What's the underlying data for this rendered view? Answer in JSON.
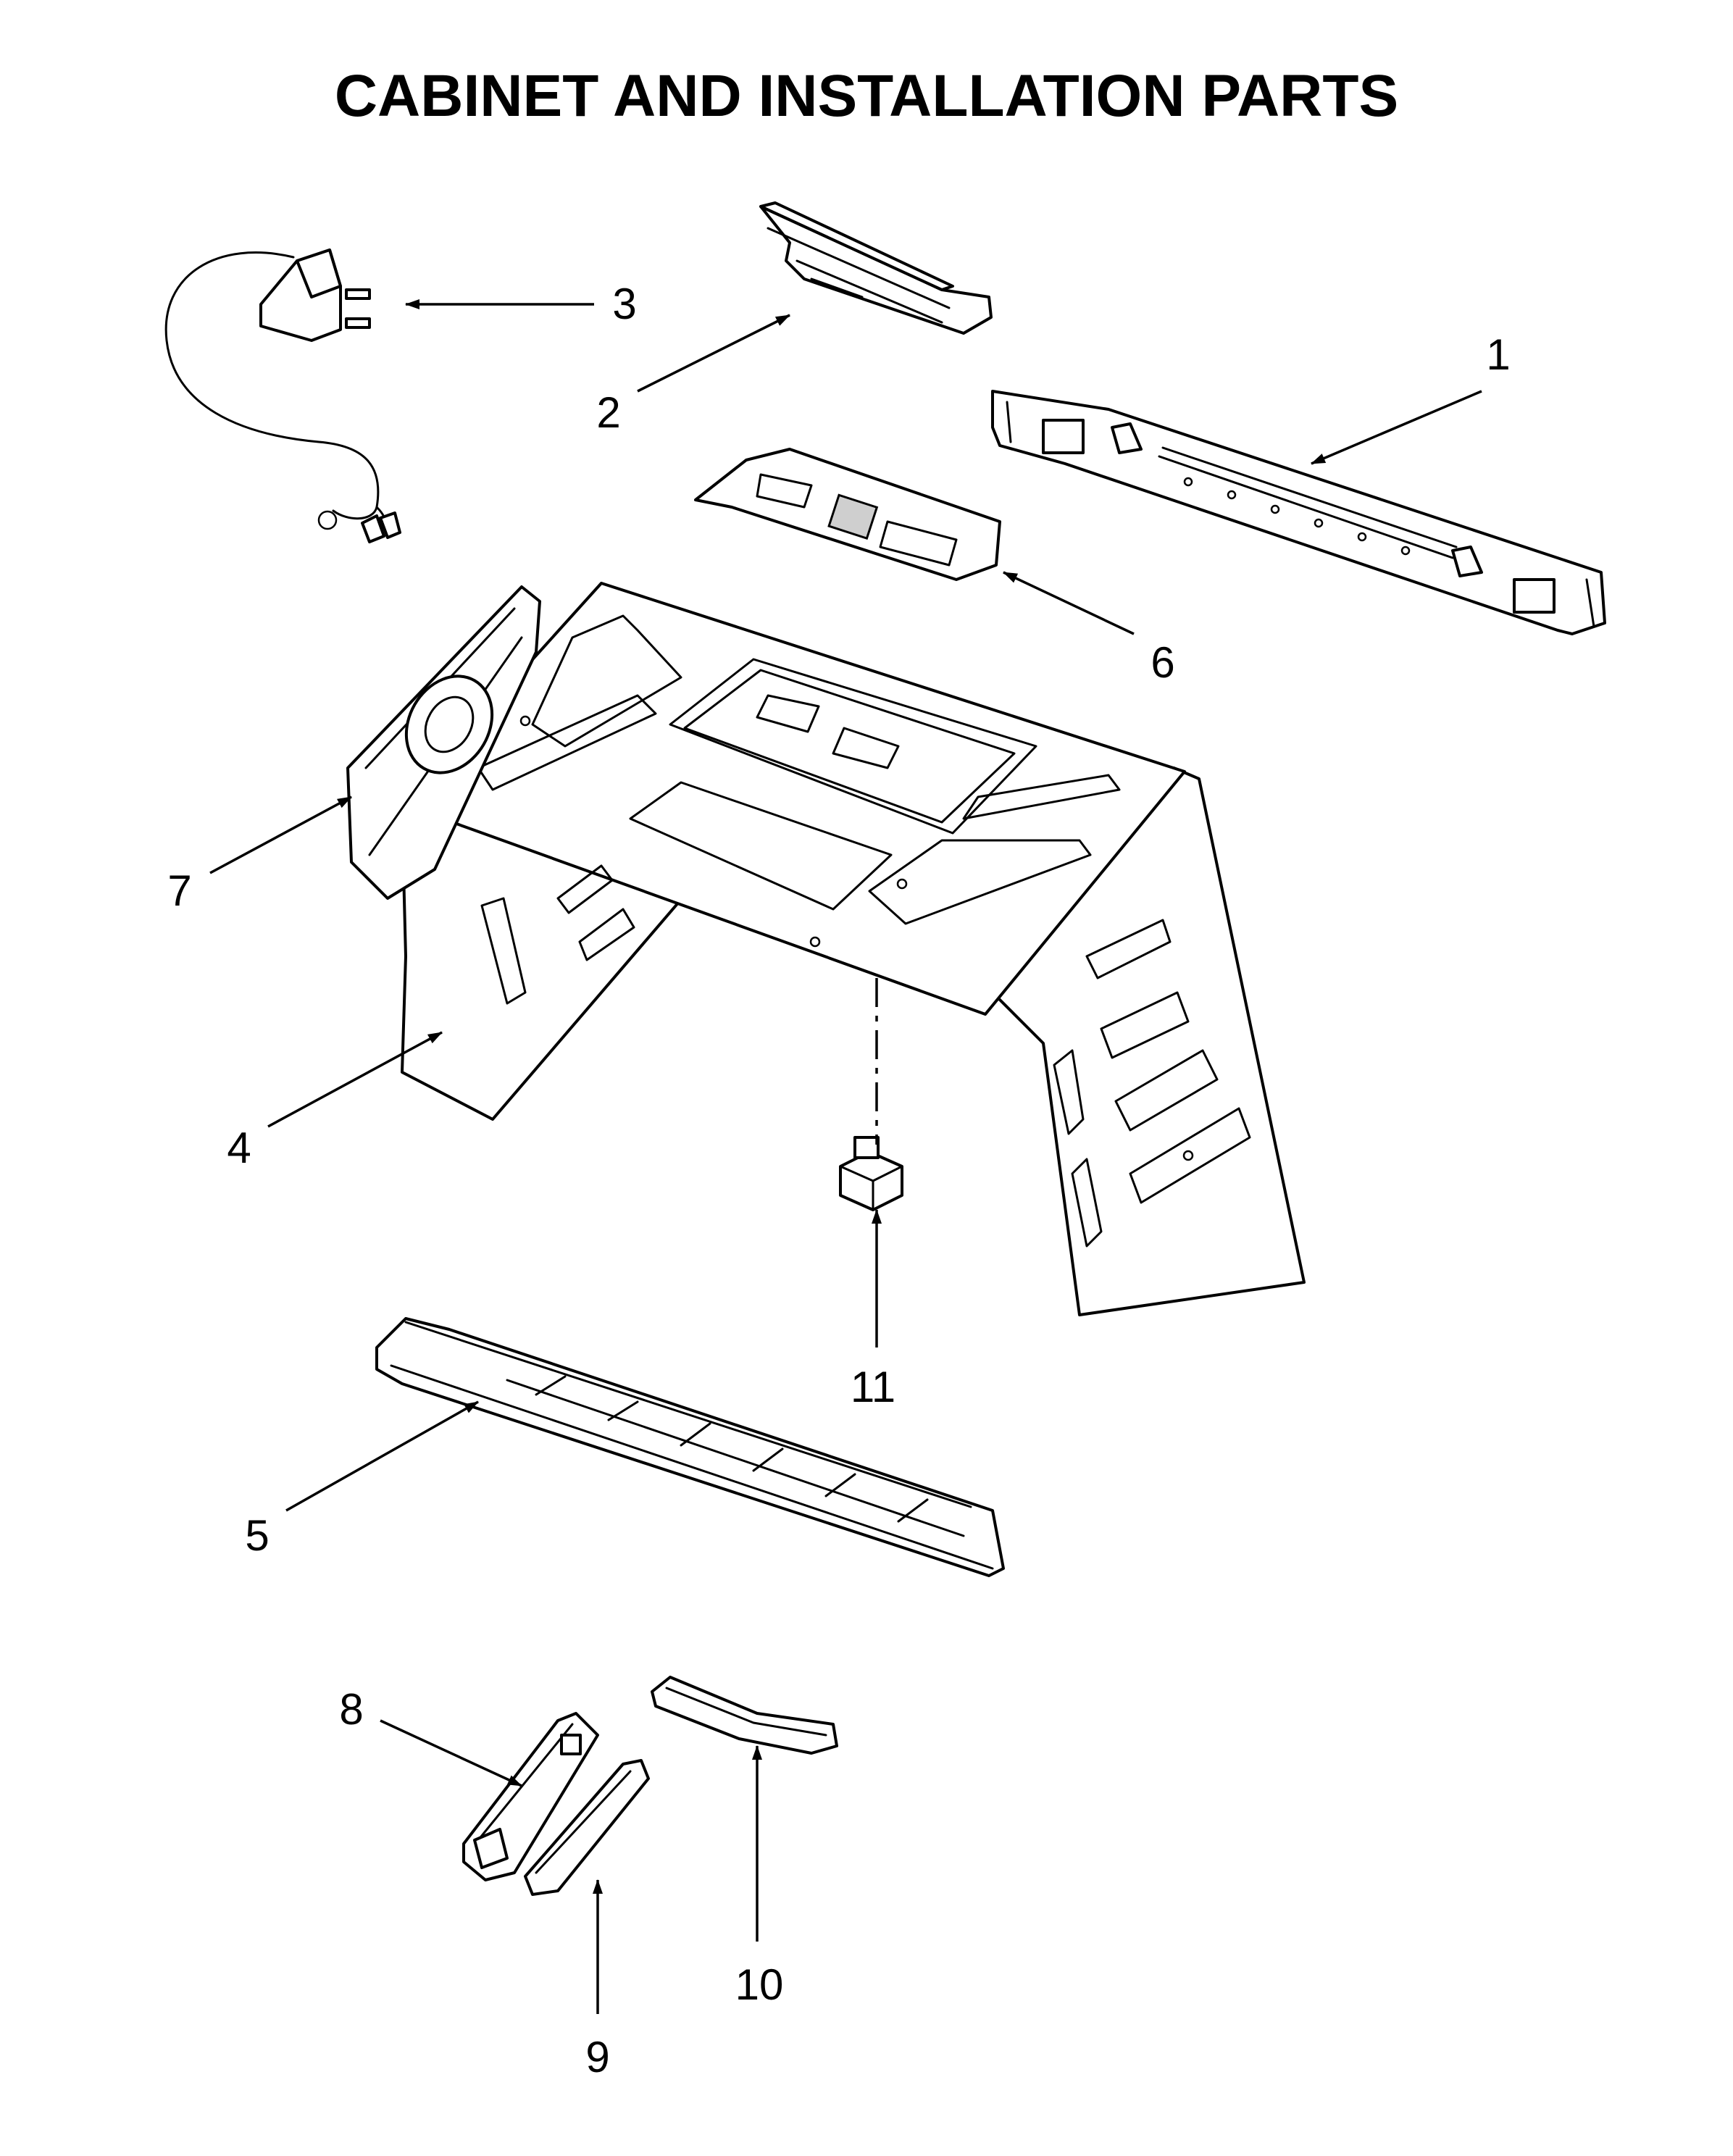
{
  "title": "CABINET AND INSTALLATION PARTS",
  "callouts": [
    {
      "id": "1",
      "label": "1"
    },
    {
      "id": "2",
      "label": "2"
    },
    {
      "id": "3",
      "label": "3"
    },
    {
      "id": "4",
      "label": "4"
    },
    {
      "id": "5",
      "label": "5"
    },
    {
      "id": "6",
      "label": "6"
    },
    {
      "id": "7",
      "label": "7"
    },
    {
      "id": "8",
      "label": "8"
    },
    {
      "id": "9",
      "label": "9"
    },
    {
      "id": "10",
      "label": "10"
    },
    {
      "id": "11",
      "label": "11"
    }
  ]
}
